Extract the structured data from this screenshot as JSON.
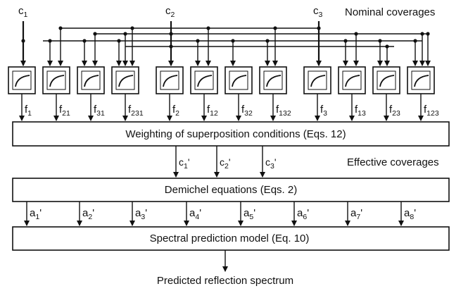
{
  "inputs": [
    {
      "name": "c",
      "sub": "1"
    },
    {
      "name": "c",
      "sub": "2"
    },
    {
      "name": "c",
      "sub": "3"
    }
  ],
  "nominal_label": "Nominal coverages",
  "functions": [
    {
      "name": "f",
      "sub": "1"
    },
    {
      "name": "f",
      "sub": "21"
    },
    {
      "name": "f",
      "sub": "31"
    },
    {
      "name": "f",
      "sub": "231"
    },
    {
      "name": "f",
      "sub": "2"
    },
    {
      "name": "f",
      "sub": "12"
    },
    {
      "name": "f",
      "sub": "32"
    },
    {
      "name": "f",
      "sub": "132"
    },
    {
      "name": "f",
      "sub": "3"
    },
    {
      "name": "f",
      "sub": "13"
    },
    {
      "name": "f",
      "sub": "23"
    },
    {
      "name": "f",
      "sub": "123"
    }
  ],
  "weighting_label": "Weighting of superposition conditions  (Eqs. 12)",
  "effective": [
    {
      "name": "c",
      "sub": "1",
      "prime": "'"
    },
    {
      "name": "c",
      "sub": "2",
      "prime": "'"
    },
    {
      "name": "c",
      "sub": "3",
      "prime": "'"
    }
  ],
  "effective_label": "Effective coverages",
  "demichel_label": "Demichel equations (Eqs. 2)",
  "areas": [
    {
      "name": "a",
      "sub": "1",
      "prime": "'"
    },
    {
      "name": "a",
      "sub": "2",
      "prime": "'"
    },
    {
      "name": "a",
      "sub": "3",
      "prime": "'"
    },
    {
      "name": "a",
      "sub": "4",
      "prime": "'"
    },
    {
      "name": "a",
      "sub": "5",
      "prime": "'"
    },
    {
      "name": "a",
      "sub": "6",
      "prime": "'"
    },
    {
      "name": "a",
      "sub": "7",
      "prime": "'"
    },
    {
      "name": "a",
      "sub": "8",
      "prime": "'"
    }
  ],
  "spectral_label": "Spectral prediction model (Eq. 10)",
  "output_label": "Predicted reflection spectrum"
}
